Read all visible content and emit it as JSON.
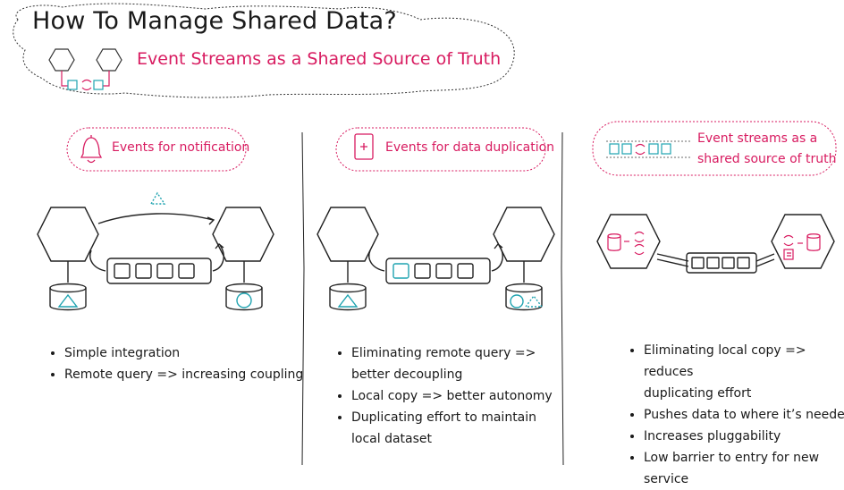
{
  "title": "How To Manage Shared Data?",
  "subtitle": "Event Streams as a Shared Source of Truth",
  "colors": {
    "accent": "#d81b60",
    "teal": "#1fa3b0",
    "ink": "#1a1a1a"
  },
  "columns": [
    {
      "tag_lines": [
        "Events for notification"
      ],
      "icon": "bell-icon",
      "bullets": [
        "Simple integration",
        "Remote query => increasing coupling"
      ]
    },
    {
      "tag_lines": [
        "Events for data duplication"
      ],
      "icon": "document-icon",
      "bullets": [
        "Eliminating remote query =>",
        "better decoupling",
        "Local copy => better autonomy",
        "Duplicating effort to maintain",
        "local dataset"
      ]
    },
    {
      "tag_lines": [
        "Event streams as a",
        "shared source of truth"
      ],
      "icon": "stream-icon",
      "bullets": [
        "Eliminating local copy => reduces",
        "duplicating effort",
        "Pushes data to where it’s needed",
        "Increases pluggability",
        "Low barrier to entry for new",
        "service"
      ]
    }
  ]
}
